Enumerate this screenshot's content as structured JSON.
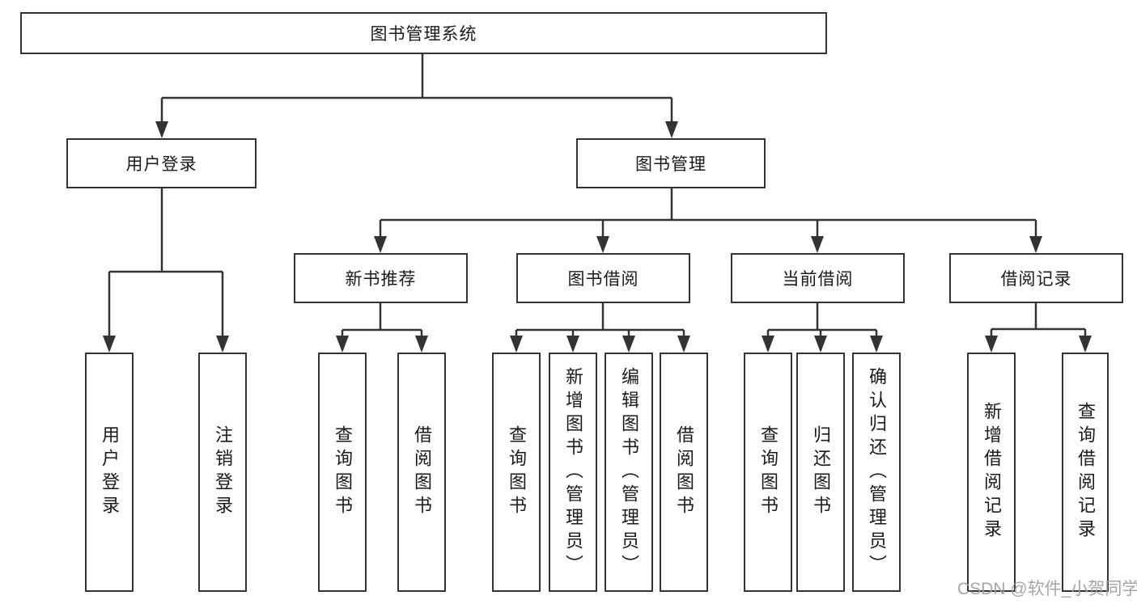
{
  "diagram": {
    "root": {
      "label": "图书管理系统"
    },
    "level2": [
      {
        "label": "用户登录",
        "children": [
          {
            "label": "用户登录"
          },
          {
            "label": "注销登录"
          }
        ]
      },
      {
        "label": "图书管理",
        "children": [
          {
            "label": "新书推荐",
            "children": [
              {
                "label": "查询图书"
              },
              {
                "label": "借阅图书"
              }
            ]
          },
          {
            "label": "图书借阅",
            "children": [
              {
                "label": "查询图书"
              },
              {
                "label": "新增图书（管理员）"
              },
              {
                "label": "编辑图书（管理员）"
              },
              {
                "label": "借阅图书"
              }
            ]
          },
          {
            "label": "当前借阅",
            "children": [
              {
                "label": "查询图书"
              },
              {
                "label": "归还图书"
              },
              {
                "label": "确认归还（管理员）"
              }
            ]
          },
          {
            "label": "借阅记录",
            "children": [
              {
                "label": "新增借阅记录"
              },
              {
                "label": "查询借阅记录"
              }
            ]
          }
        ]
      }
    ],
    "watermark": "CSDN @软件_小贺同学"
  },
  "colors": {
    "line": "#333333",
    "text": "#1a1a1a",
    "watermark": "#9e9e9e",
    "background": "#ffffff"
  }
}
